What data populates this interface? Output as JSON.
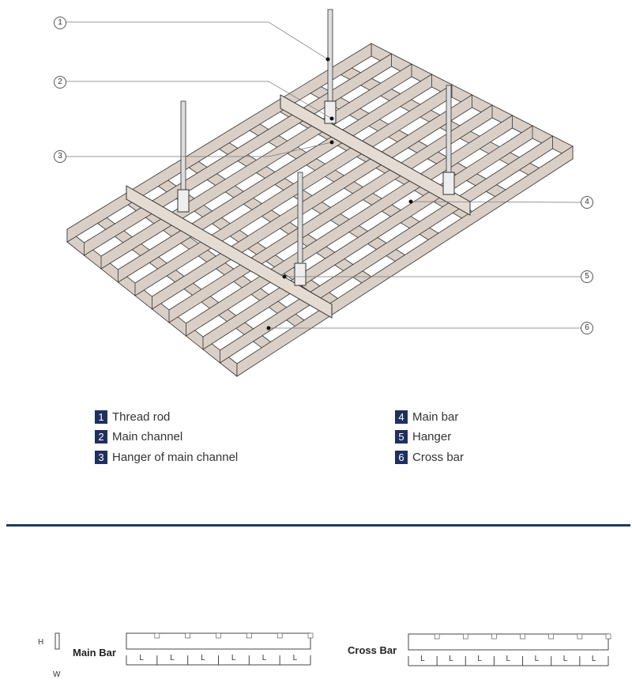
{
  "callouts": [
    "1",
    "2",
    "3",
    "4",
    "5",
    "6"
  ],
  "legend": [
    {
      "num": "1",
      "label": "Thread rod"
    },
    {
      "num": "2",
      "label": "Main channel"
    },
    {
      "num": "3",
      "label": "Hanger of main channel"
    },
    {
      "num": "4",
      "label": "Main bar"
    },
    {
      "num": "5",
      "label": "Hanger"
    },
    {
      "num": "6",
      "label": "Cross bar"
    }
  ],
  "profiles": {
    "main_bar": "Main Bar",
    "cross_bar": "Cross Bar",
    "h": "H",
    "w": "W",
    "l": "L"
  },
  "colors": {
    "legend_box": "#1f2f5e",
    "divider": "#1d3c5a",
    "bar_fill": "#dacfc6"
  }
}
